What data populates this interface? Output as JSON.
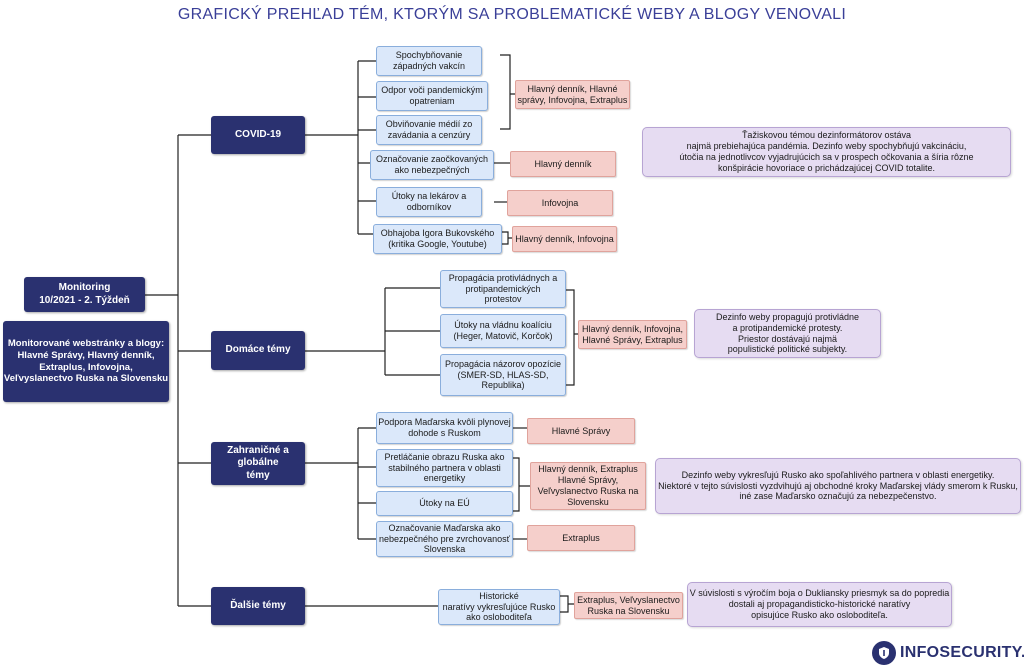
{
  "title": "GRAFICKÝ PREHĽAD TÉM, KTORÝM SA PROBLEMATICKÉ WEBY A BLOGY VENOVALI",
  "root": {
    "monitoring": "Monitoring\n10/2021 - 2. Týždeň",
    "sites": "Monitorované webstránky a blogy:\nHlavné Správy, Hlavný denník,\nExtraplus, Infovojna,\nVeľvyslanectvo Ruska na Slovensku"
  },
  "categories": {
    "covid": {
      "label": "COVID-19",
      "topics": [
        "Spochybňovanie\nzápadných vakcín",
        "Odpor voči pandemickým\nopatreniam",
        "Obviňovanie médií zo\nzavádania a cenzúry",
        "Označovanie zaočkovaných\nako nebezpečných",
        "Útoky na lekárov a\nodborníkov",
        "Obhajoba Igora Bukovského\n(kritika Google, Youtube)"
      ],
      "sources": [
        "Hlavný denník, Hlavné\nsprávy, Infovojna, Extraplus",
        "Hlavný denník",
        "Infovojna",
        "Hlavný denník, Infovojna"
      ],
      "note": "Ťažiskovou témou dezinformátorov ostáva\nnajmä prebiehajúca pandémia. Dezinfo weby spochybňujú vakcináciu,\nútočia na jednotlivcov vyjadrujúcich sa v prospech očkovania a šíria rôzne\nkonšpirácie hovoriace o prichádzajúcej COVID totalite."
    },
    "domestic": {
      "label": "Domáce témy",
      "topics": [
        "Propagácia protivládnych a\nprotipandemických\nprotestov",
        "Útoky na vládnu koalíciu\n(Heger, Matovič, Korčok)",
        "Propagácia názorov opozície\n(SMER-SD, HLAS-SD,\nRepublika)"
      ],
      "sources": [
        "Hlavný denník, Infovojna,\nHlavné Správy, Extraplus"
      ],
      "note": "Dezinfo weby propagujú protivládne\na protipandemické protesty.\nPriestor dostávajú najmä\npopulistické politické subjekty."
    },
    "foreign": {
      "label": "Zahraničné a globálne\ntémy",
      "topics": [
        "Podpora Maďarska kvôli plynovej\ndohode s Ruskom",
        "Pretláčanie obrazu Ruska ako\nstabilného partnera v oblasti\nenergetiky",
        "Útoky na EÚ",
        "Označovanie Maďarska ako\nnebezpečného pre zvrchovanosť\nSlovenska"
      ],
      "sources": [
        "Hlavné Správy",
        "Hlavný denník, Extraplus\nHlavné Správy,\nVeľvyslanectvo Ruska na\nSlovensku",
        "Extraplus"
      ],
      "note": "Dezinfo weby vykresľujú Rusko ako spoľahlivého partnera v oblasti energetiky.\nNiektoré v tejto súvislosti vyzdvihujú aj obchodné kroky Maďarskej vlády smerom k Rusku,\niné zase Maďarsko označujú za nebezpečenstvo."
    },
    "other": {
      "label": "Ďalšie témy",
      "topics": [
        "Historické\nnaratívy vykresľujúce Rusko\nako osloboditeľa"
      ],
      "sources": [
        "Extraplus, Veľvyslanectvo\nRuska na Slovensku"
      ],
      "note": "V súvislosti s výročím boja o Dukliansky priesmyk sa do popredia\ndostali aj propagandisticko-historické naratívy\nopisujúce Rusko ako osloboditeľa."
    }
  },
  "logo": {
    "text": "INFOSECURITY.SK",
    "icon": "infosecurity-logo-icon"
  },
  "colors": {
    "title": "#3a3f98",
    "navy": "#2a3170",
    "topic_fill": "#dbe8fa",
    "source_fill": "#f5cfcb",
    "note_fill": "#e6dcf2"
  }
}
